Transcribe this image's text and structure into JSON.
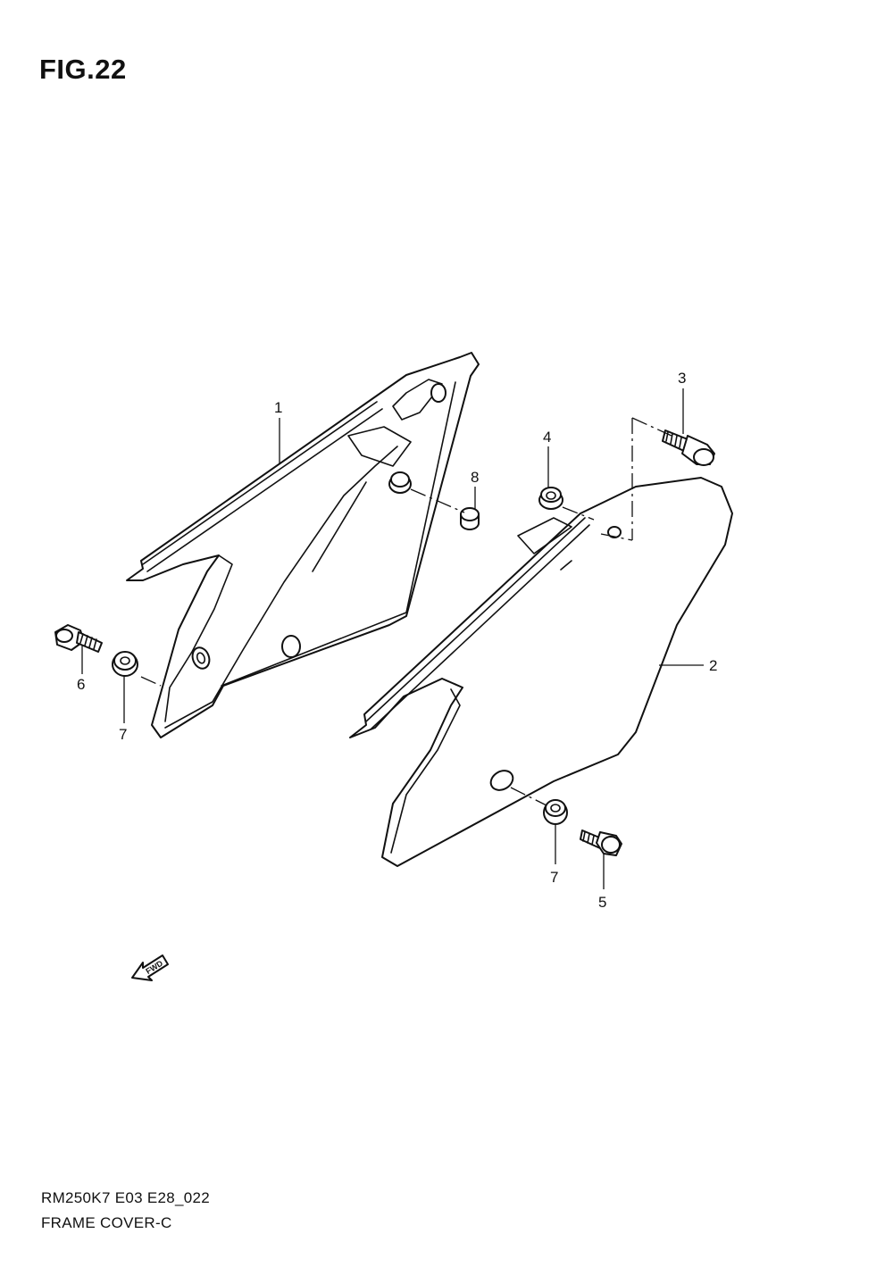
{
  "figure": {
    "title": "FIG.22"
  },
  "footer": {
    "model_code": "RM250K7 E03 E28_022",
    "section_name": "FRAME COVER-C"
  },
  "callouts": {
    "c1": "1",
    "c2": "2",
    "c3": "3",
    "c4": "4",
    "c5": "5",
    "c6": "6",
    "c7a": "7",
    "c7b": "7",
    "c8": "8"
  },
  "fwd_marker": {
    "label": "FWD"
  }
}
